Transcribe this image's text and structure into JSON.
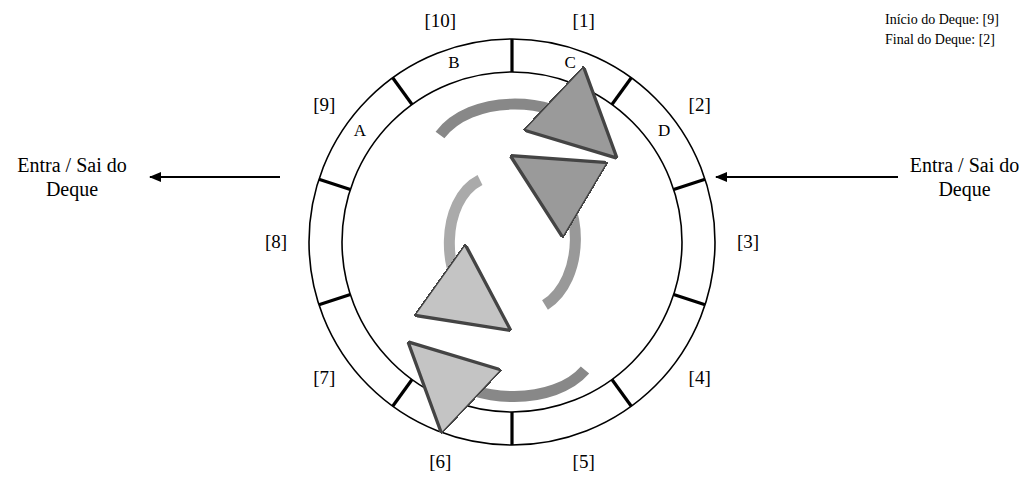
{
  "diagram": {
    "labels": [
      "[10]",
      "[1]",
      "Início do Deque: [9]",
      "Final do Deque: [2]",
      "[9]",
      "[2]",
      "B",
      "C",
      "A",
      "D",
      "Entra / Sai do Deque",
      "Entra / Sai do Deque",
      "[8]",
      "[3]",
      "[4]",
      "[7]",
      "[5]",
      "[6]"
    ]
  }
}
